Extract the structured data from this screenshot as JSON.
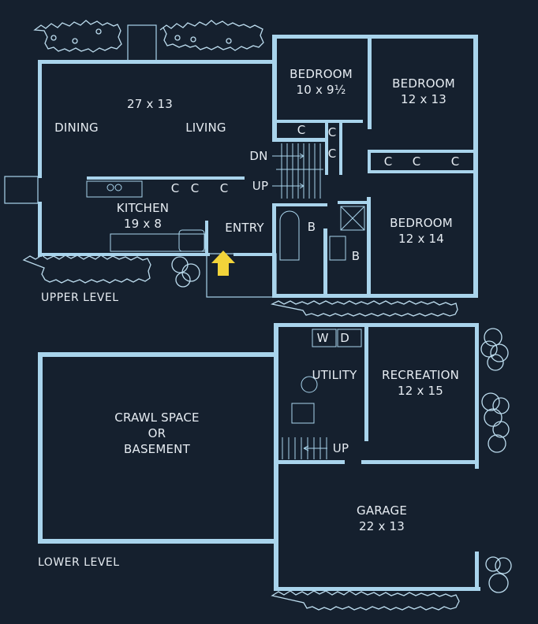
{
  "diagram": {
    "type": "floor-plan",
    "colors": {
      "background": "#15202e",
      "wall": "#a9d4ec",
      "landscaping": "#bcdcee",
      "text": "#e6ecf2",
      "entry_arrow": "#f2d43a"
    },
    "levels": {
      "upper": {
        "label": "UPPER LEVEL"
      },
      "lower": {
        "label": "LOWER LEVEL"
      }
    },
    "rooms": {
      "living_dining": {
        "dims": "27 x 13",
        "dining": "DINING",
        "living": "LIVING"
      },
      "kitchen": {
        "name": "KITCHEN",
        "dims": "19 x 8"
      },
      "entry": {
        "name": "ENTRY"
      },
      "bedroom1": {
        "name": "BEDROOM",
        "dims": "10 x 9½"
      },
      "bedroom2": {
        "name": "BEDROOM",
        "dims": "12 x 13"
      },
      "bedroom3": {
        "name": "BEDROOM",
        "dims": "12 x 14"
      },
      "bath1": {
        "name": "B"
      },
      "bath2": {
        "name": "B"
      },
      "utility": {
        "name": "UTILITY"
      },
      "recreation": {
        "name": "RECREATION",
        "dims": "12 x 15"
      },
      "garage": {
        "name": "GARAGE",
        "dims": "22 x 13"
      },
      "crawl": {
        "line1": "CRAWL SPACE",
        "line2": "OR",
        "line3": "BASEMENT"
      }
    },
    "closets": [
      "C",
      "C",
      "C",
      "C",
      "C",
      "C",
      "C",
      "C",
      "C"
    ],
    "appliances": {
      "washer": "W",
      "dryer": "D"
    },
    "stairs": {
      "down": "DN",
      "up": "UP",
      "lower_up": "UP"
    }
  }
}
